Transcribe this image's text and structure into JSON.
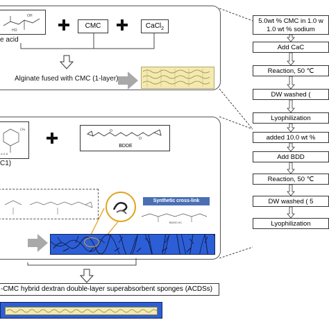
{
  "panel1": {
    "reagent_a_label": "e acid",
    "reagent_b": "CMC",
    "reagent_c": "CaCl",
    "reagent_c_sub": "2",
    "result": "Alginate fused with CMC (1-layer)"
  },
  "panel2": {
    "bdde_label": "BDDE",
    "left_label": "C1)",
    "small_label_ratio": "n=1.8",
    "cross_link_title": "Synthetic cross-link",
    "cross_link_sub": "BDDE-HC"
  },
  "final": {
    "caption": "-CMC hybrid dextran double-layer superabsorbent sponges (ACDSs)"
  },
  "steps": [
    {
      "line1": "5.0wt % CMC in 1.0 w",
      "line2": "1.0 wt % sodium"
    },
    {
      "line1": "Add CaC"
    },
    {
      "line1": "Reaction, 50 ℃"
    },
    {
      "line1": "DW washed ("
    },
    {
      "line1": "Lyophilization"
    },
    {
      "line1": "added 10.0 wt %"
    },
    {
      "line1": "Add BDD"
    },
    {
      "line1": "Reaction, 50 ℃"
    },
    {
      "line1": "DW washed ( 5"
    },
    {
      "line1": "Lyophilization"
    }
  ],
  "colors": {
    "arrow_gray": "#a9a9a9",
    "sponge_blue": "#2c5fd6",
    "sponge_dark": "#16245e",
    "layer_yellow": "#f3eab0",
    "highlight_orange": "#e0a21e",
    "cross_link_label_bg": "#4a6fb5"
  }
}
